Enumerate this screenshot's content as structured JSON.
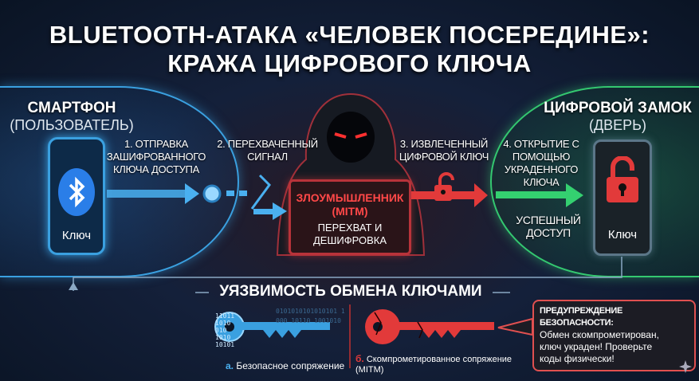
{
  "title": {
    "line1": "BLUETOOTH-АТАКА «ЧЕЛОВЕК ПОСЕРЕДИНЕ»:",
    "line2": "КРАЖА ЦИФРОВОГО КЛЮЧА"
  },
  "smartphone": {
    "title": "СМАРТФОН",
    "subtitle": "(ПОЛЬЗОВАТЕЛЬ)",
    "key_label": "Ключ"
  },
  "lock": {
    "title": "ЦИФРОВОЙ ЗАМОК",
    "subtitle": "(ДВЕРЬ)",
    "key_label": "Ключ"
  },
  "steps": [
    {
      "text": "1. ОТПРАВКА ЗАШИФРОВАННОГО КЛЮЧА ДОСТУПА"
    },
    {
      "text": "2. ПЕРЕХВАЧЕННЫЙ СИГНАЛ"
    },
    {
      "text": "3. ИЗВЛЕЧЕННЫЙ ЦИФРОВОЙ КЛЮЧ"
    },
    {
      "text": "4. ОТКРЫТИЕ С ПОМОЩЬЮ УКРАДЕННОГО КЛЮЧА"
    }
  ],
  "success": "УСПЕШНЫЙ ДОСТУП",
  "attacker": {
    "title": "ЗЛОУМЫШЛЕННИК (MITM)",
    "action": "ПЕРЕХВАТ И ДЕШИФРОВКА"
  },
  "bottom": {
    "heading": "УЯЗВИМОСТЬ ОБМЕНА КЛЮЧАМИ",
    "safe": {
      "letter": "а.",
      "text": "Безопасное сопряжение",
      "bits": "11011 1010 010 1010 10101"
    },
    "compromised": {
      "letter": "б.",
      "text": "Скомпрометированное сопряжение (MITM)"
    },
    "binary": "0101010101010101 1000 10110 1001010"
  },
  "warning": {
    "title": "ПРЕДУПРЕЖДЕНИЕ БЕЗОПАСНОСТИ:",
    "text": "Обмен скомпрометирован, ключ украден! Проверьте коды физически!"
  },
  "colors": {
    "blue": "#3aa0e0",
    "red": "#e23a3a",
    "green": "#34c870"
  }
}
